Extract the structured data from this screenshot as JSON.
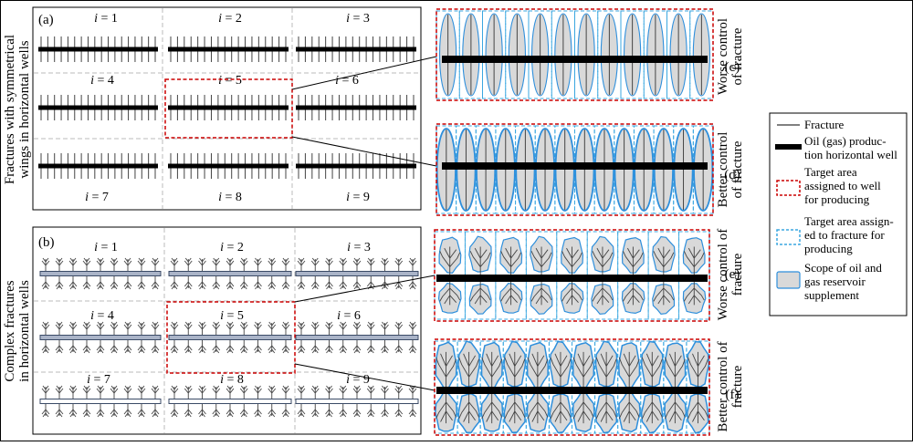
{
  "panels": {
    "a": {
      "letter": "(a)",
      "side_label_line1": "Fractures with symmetrical",
      "side_label_line2": "wings in horizontal wells"
    },
    "b": {
      "letter": "(b)",
      "side_label_line1": "Complex fractures",
      "side_label_line2": "in horizontal wells"
    },
    "c": {
      "letter": "(c)",
      "side_label_line1": "Worse control",
      "side_label_line2": "of fracture"
    },
    "d": {
      "letter": "(d)",
      "side_label_line1": "Better control",
      "side_label_line2": "of fracture"
    },
    "e": {
      "letter": "(e)",
      "side_label_line1": "Worse control of",
      "side_label_line2": "fracture"
    },
    "f": {
      "letter": "(f)",
      "side_label_line1": "Better control of",
      "side_label_line2": "fracture"
    }
  },
  "well_labels": {
    "var": "i",
    "eq": " = ",
    "numbers": [
      "1",
      "2",
      "3",
      "4",
      "5",
      "6",
      "7",
      "8",
      "9"
    ]
  },
  "legend": {
    "fracture": "Fracture",
    "well_line1": "Oil (gas) produc-",
    "well_line2": "tion horizontal well",
    "target_well_line1": "Target area",
    "target_well_line2": "assigned to well",
    "target_well_line3": "for producing",
    "target_frac_line1": "Target area assign-",
    "target_frac_line2": "ed to fracture for",
    "target_frac_line3": "producing",
    "scope_line1": "Scope of oil and",
    "scope_line2": "gas reservoir",
    "scope_line3": "supplement"
  },
  "colors": {
    "well": "#000000",
    "well_complex": "#3a4a66",
    "fracture": "#444444",
    "red_dash": "#cc0000",
    "blue_dash": "#3aa7e0",
    "scope_fill": "#d9d9d9",
    "scope_stroke": "#2e8fdc",
    "grid_dash": "#bbbbbb"
  }
}
